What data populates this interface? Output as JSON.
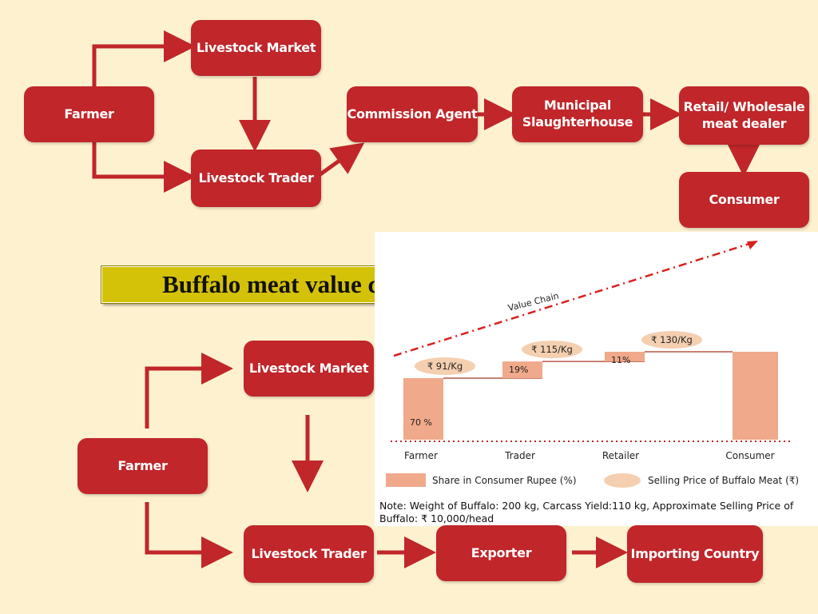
{
  "top_flow": {
    "farmer": "Farmer",
    "livestock_market": "Livestock Market",
    "livestock_trader": "Livestock Trader",
    "commission_agent": "Commission Agent",
    "municipal_slaughterhouse": "Municipal\nSlaughterhouse",
    "retail_wholesale": "Retail/ Wholesale\nmeat dealer",
    "consumer": "Consumer"
  },
  "title": "Buffalo meat value chain",
  "bottom_flow": {
    "farmer": "Farmer",
    "livestock_market": "Livestock Market",
    "livestock_trader": "Livestock Trader",
    "exporter": "Exporter",
    "importing_country": "Importing Country"
  },
  "chart_data": {
    "type": "bar",
    "annotation": "Value Chain",
    "categories": [
      "Farmer",
      "Trader",
      "Retailer",
      "Consumer"
    ],
    "share_labels": [
      "70 %",
      "19%",
      "11%",
      ""
    ],
    "share_percent": [
      70,
      19,
      11
    ],
    "price_labels": [
      "₹ 91/Kg",
      "₹ 115/Kg",
      "₹ 130/Kg"
    ],
    "prices": [
      91,
      115,
      130
    ],
    "legend": {
      "share": "Share in Consumer Rupee (%)",
      "price": "Selling Price of Buffalo Meat (₹)"
    },
    "colors": {
      "bar": "#f0a98a",
      "price_ellipse": "#f4cfb0",
      "arrow": "#d9201f"
    }
  },
  "note": "Note: Weight of Buffalo: 200 kg, Carcass Yield:110 kg, Approximate Selling Price of Buffalo: ₹ 10,000/head",
  "colors": {
    "box": "#c0262a",
    "background": "#fdf1cf",
    "title_bg": "#d4c208"
  }
}
